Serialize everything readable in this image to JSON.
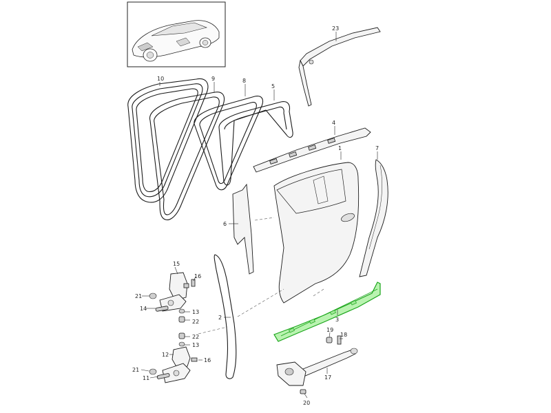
{
  "diagram": {
    "callouts": {
      "c1": "1",
      "c2": "2",
      "c3": "3",
      "c4": "4",
      "c5": "5",
      "c6": "6",
      "c7": "7",
      "c8": "8",
      "c9": "9",
      "c10": "10",
      "c11": "11",
      "c12": "12",
      "c13a": "13",
      "c13b": "13",
      "c14": "14",
      "c15": "15",
      "c16a": "16",
      "c16b": "16",
      "c17": "17",
      "c18": "18",
      "c19": "19",
      "c20": "20",
      "c21a": "21",
      "c21b": "21",
      "c22a": "22",
      "c22b": "22",
      "c23": "23"
    },
    "highlight_color": "#1aa51a",
    "highlighted_part": "3"
  }
}
